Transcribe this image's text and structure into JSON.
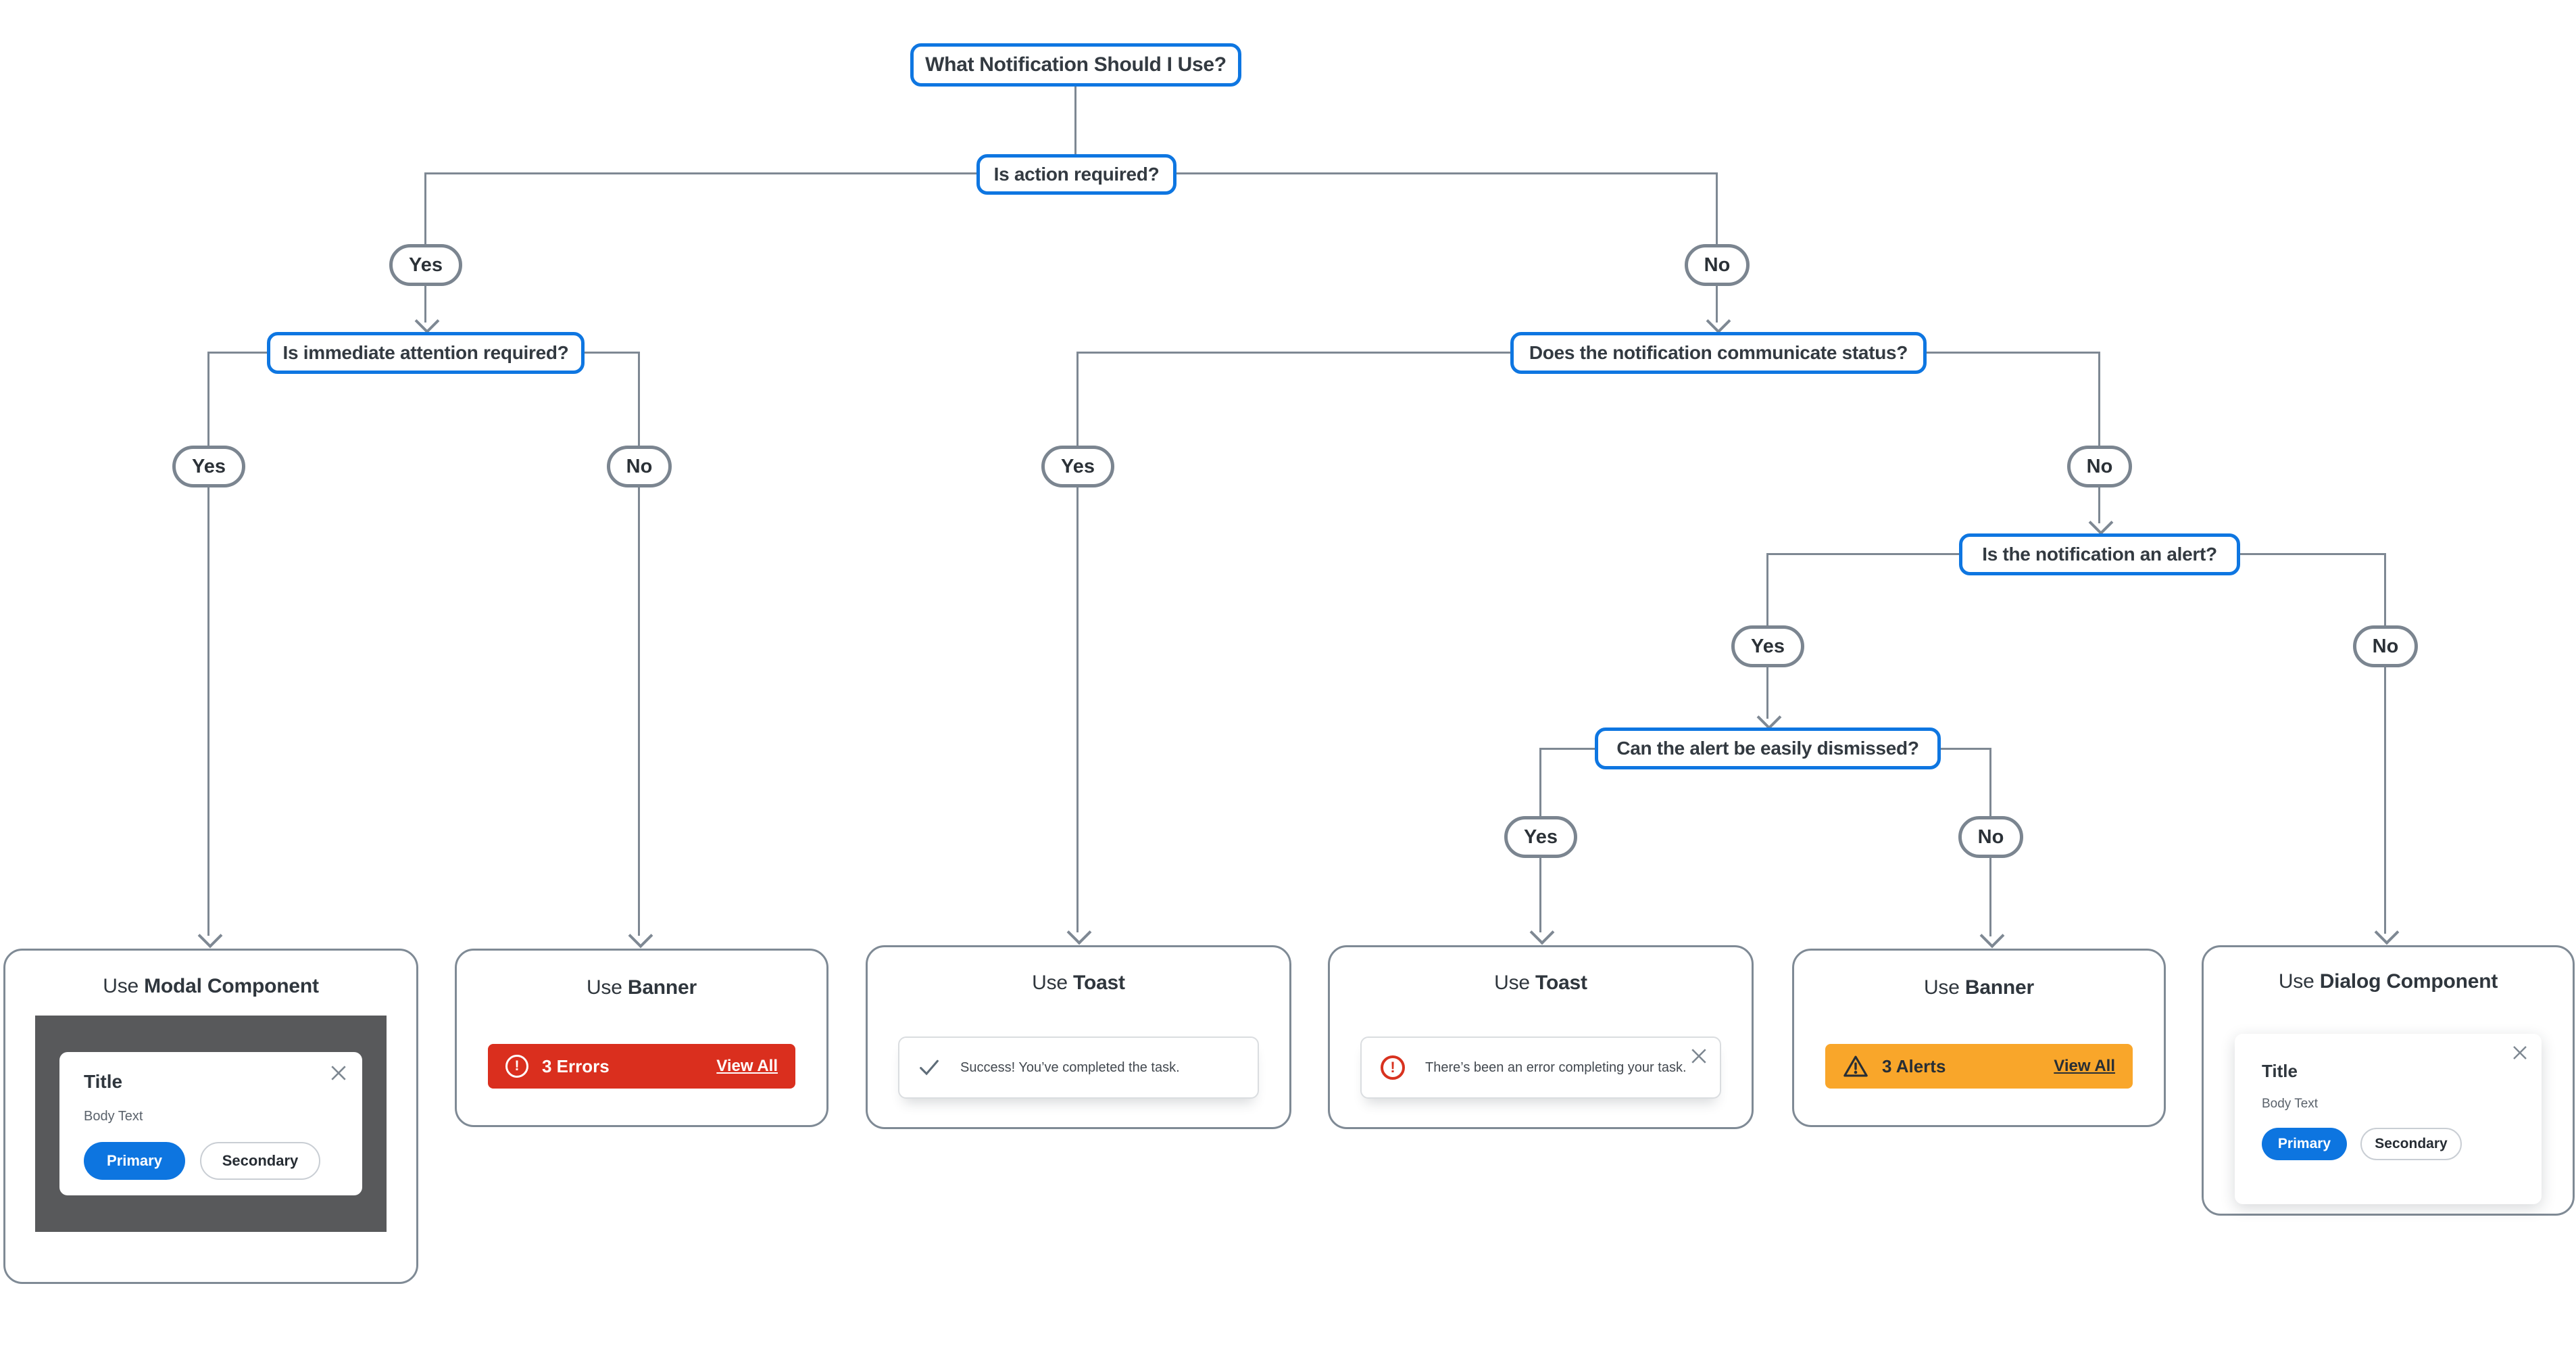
{
  "title": "What Notification Should I Use?",
  "questions": {
    "action": "Is action required?",
    "immediate": "Is immediate attention required?",
    "status": "Does the notification communicate status?",
    "alert": "Is the notification an alert?",
    "dismiss": "Can the alert be easily dismissed?"
  },
  "answers": {
    "yes": "Yes",
    "no": "No"
  },
  "cards": {
    "modal": {
      "prefix": "Use",
      "name": "Modal Component",
      "preview": {
        "title": "Title",
        "body": "Body Text",
        "primary_label": "Primary",
        "secondary_label": "Secondary"
      }
    },
    "banner_error": {
      "prefix": "Use",
      "name": "Banner",
      "banner": {
        "count_label": "3 Errors",
        "action_label": "View All",
        "icon": "error-circle-icon"
      }
    },
    "toast_success": {
      "prefix": "Use",
      "name": "Toast",
      "toast": {
        "message": "Success! You’ve completed the task.",
        "icon": "checkmark-icon"
      }
    },
    "toast_error": {
      "prefix": "Use",
      "name": "Toast",
      "toast": {
        "message": "There’s been an error completing your task.",
        "icon": "error-circle-icon"
      }
    },
    "banner_alert": {
      "prefix": "Use",
      "name": "Banner",
      "banner": {
        "count_label": "3 Alerts",
        "action_label": "View All",
        "icon": "warning-triangle-icon"
      }
    },
    "dialog": {
      "prefix": "Use",
      "name": "Dialog Component",
      "preview": {
        "title": "Title",
        "body": "Body Text",
        "primary_label": "Primary",
        "secondary_label": "Secondary"
      }
    }
  },
  "icon_glyphs": {
    "exclamation": "!"
  },
  "colors": {
    "question_border_blue": "#0e76e1",
    "connector_gray": "#7e8893",
    "error_red": "#da2f1e",
    "alert_orange": "#f9a62a",
    "primary_blue": "#0d75e0",
    "modal_overlay_gray": "#58595b",
    "text_dark": "#2f363d"
  }
}
